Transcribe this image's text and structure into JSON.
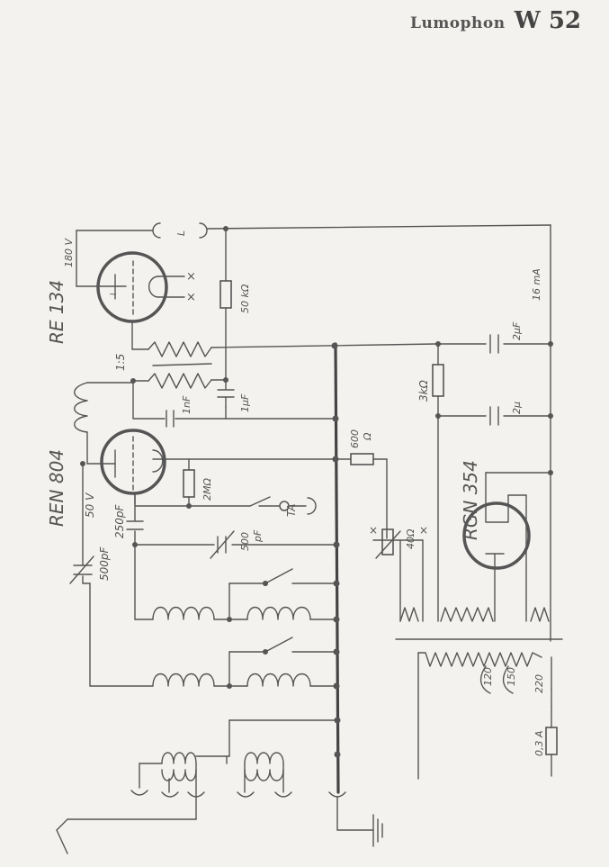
{
  "header": {
    "brand": "Lumophon",
    "model": "W 52"
  },
  "labels": {
    "tube1": "RE 134",
    "tube2": "REN 804",
    "rectifier": "RGN 354",
    "v180": "180 V",
    "v50": "50 V",
    "ratio": "1:5",
    "plug_l": "L",
    "r50k": "50 kΩ",
    "c1nf": "1nF",
    "c1uf": "1µF",
    "r600": "600",
    "ohm": "Ω",
    "r2m": "2MΩ",
    "c250": "250pF",
    "ta": "TA",
    "c500a": "500",
    "pf": "pF",
    "c500b": "500pF",
    "r40": "40Ω",
    "r3k": "3kΩ",
    "c2uf": "2µF",
    "c2b": "2µ",
    "ma16": "16 mA",
    "tap120": "120",
    "tap150": "150",
    "tap220": "220",
    "fuse": "0,3 A"
  }
}
